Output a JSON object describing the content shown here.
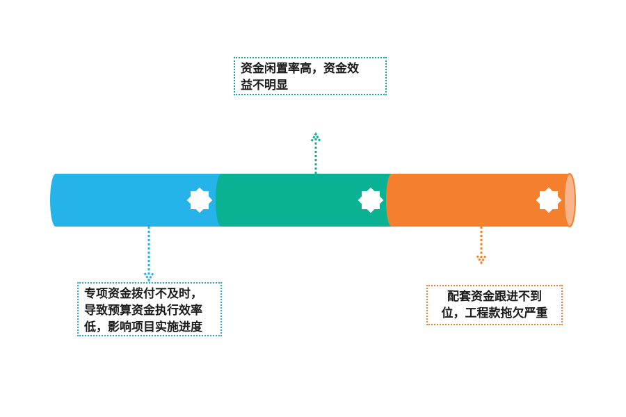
{
  "colors": {
    "blue": "#26B3E9",
    "green": "#0BB193",
    "orange": "#F4802E",
    "orange_cap": "#F8B48A",
    "star": "#ffffff"
  },
  "icons": [
    "star-badge-icon",
    "star-badge-icon",
    "star-badge-icon"
  ],
  "callouts": {
    "top": {
      "color": "#10a98f",
      "lines": [
        "资金闲置率高，资金效",
        "益不明显"
      ]
    },
    "left": {
      "color": "#22aedc",
      "lines": [
        "专项资金拨付不及时，",
        "导致预算资金执行效率",
        "低，影响项目实施进度"
      ]
    },
    "right": {
      "color": "#f07e2c",
      "lines": [
        "配套资金跟进不到",
        "位，工程款拖欠严重"
      ]
    }
  }
}
